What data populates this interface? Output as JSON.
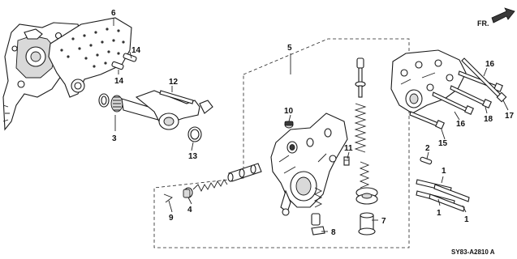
{
  "callouts": {
    "c1a": "1",
    "c1b": "1",
    "c1c": "1",
    "c2": "2",
    "c3": "3",
    "c4": "4",
    "c5": "5",
    "c6": "6",
    "c7": "7",
    "c8": "8",
    "c9": "9",
    "c10": "10",
    "c11": "11",
    "c12": "12",
    "c13": "13",
    "c14a": "14",
    "c14b": "14",
    "c15": "15",
    "c16a": "16",
    "c16b": "16",
    "c17": "17",
    "c18": "18"
  },
  "diagram_code": "SY83-A2810 A",
  "direction_label": "FR."
}
